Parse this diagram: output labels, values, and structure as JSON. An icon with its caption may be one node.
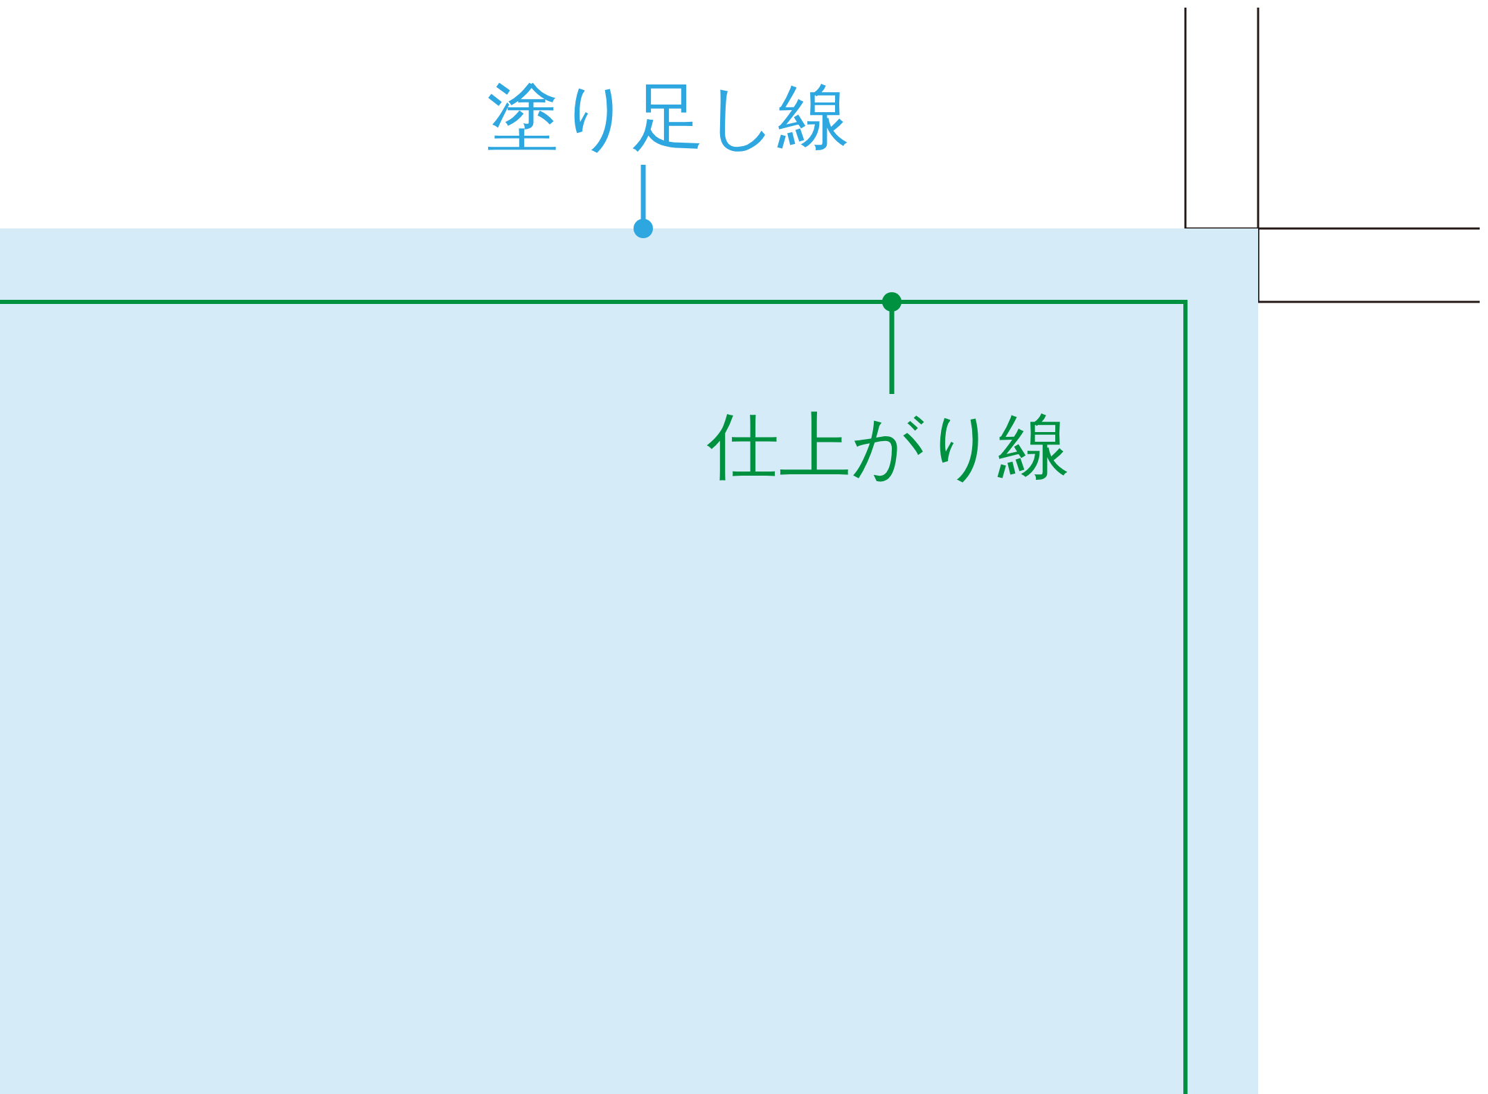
{
  "diagram": {
    "nodes": [
      {
        "text": [
          "塗り足し線"
        ]
      },
      {
        "text": [],
        "shape": "box"
      },
      {
        "text": [
          "仕上がり線"
        ],
        "in": 3
      },
      {
        "text": [],
        "shape": "box",
        "in": 1
      }
    ],
    "edges": [
      {
        "from": 0,
        "to": 1,
        "arrow": "other",
        "color": "#2ea7e0"
      },
      {
        "from": 2,
        "to": 3,
        "arrow": "other",
        "color": "#009140"
      }
    ]
  }
}
